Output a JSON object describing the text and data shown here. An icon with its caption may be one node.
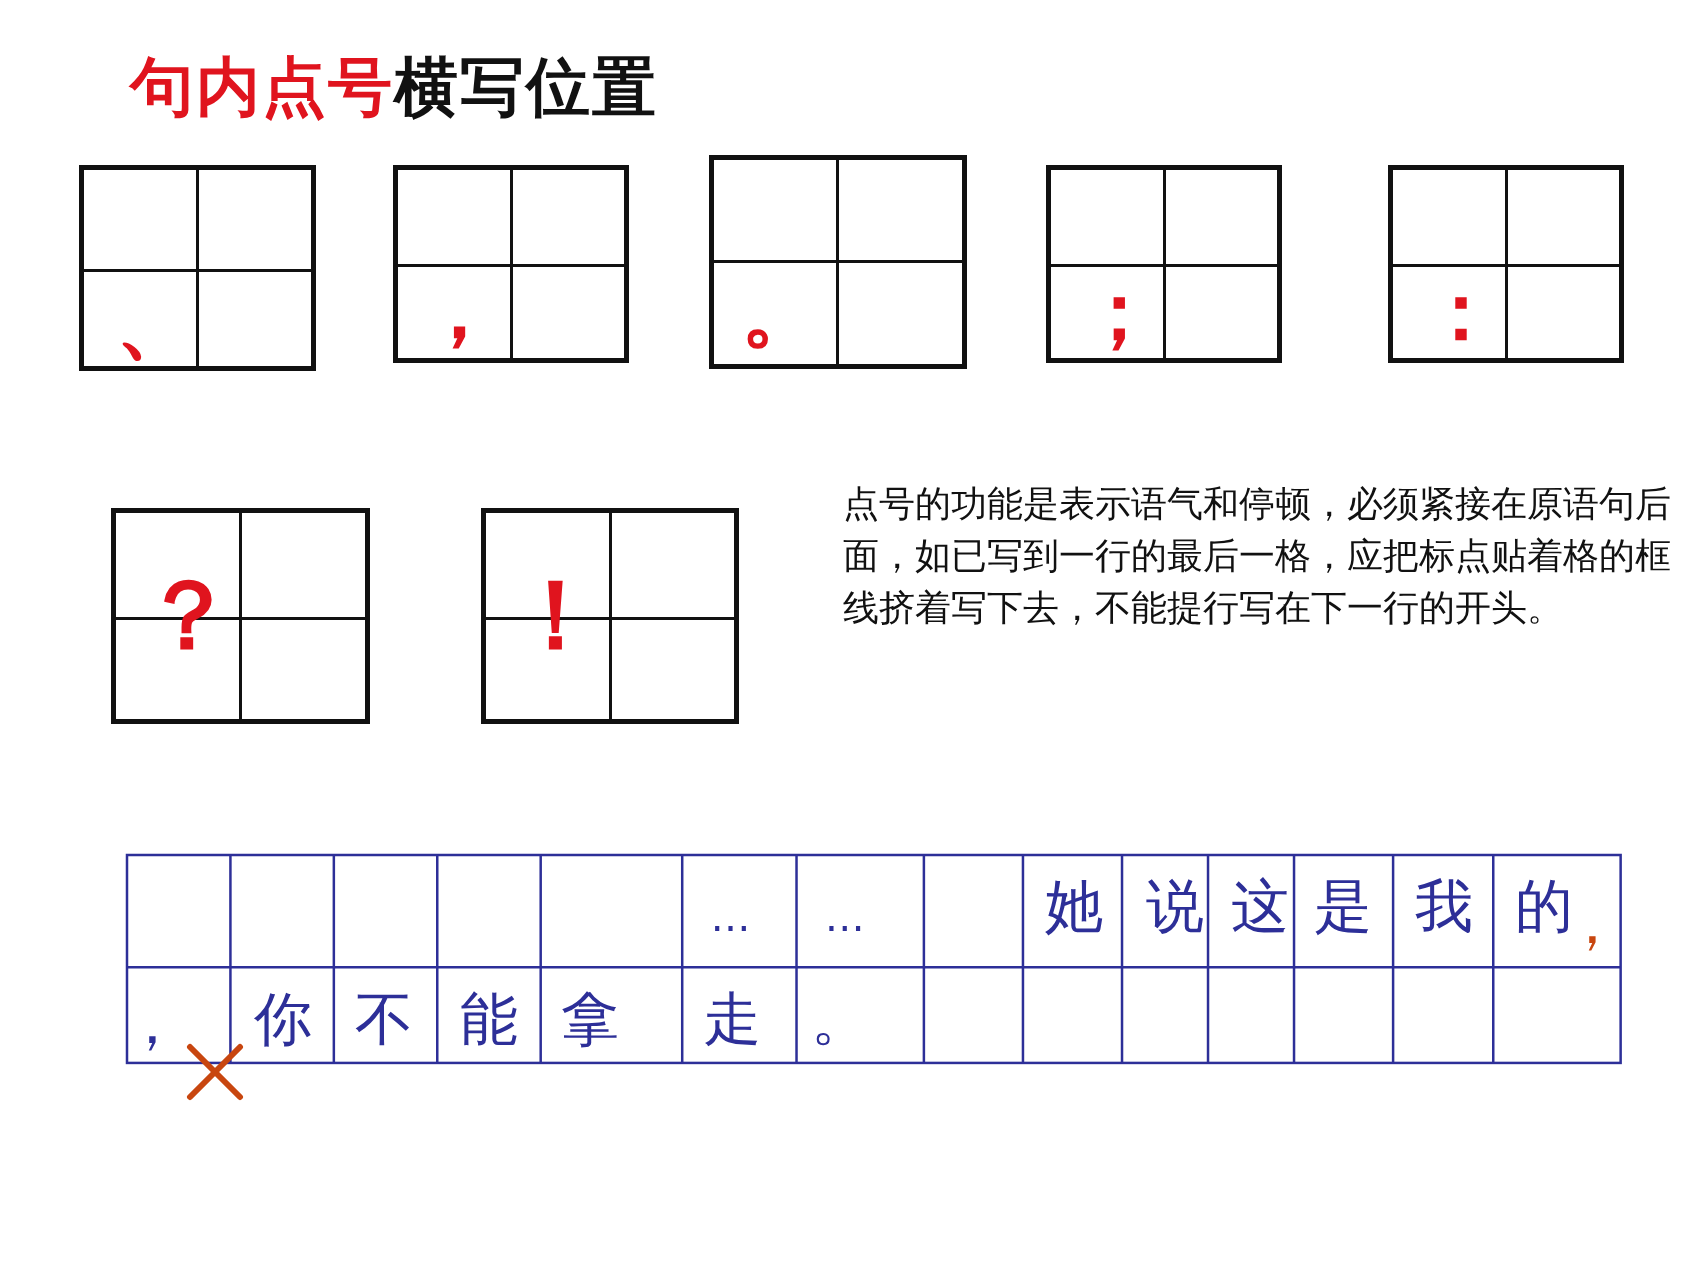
{
  "diagram": {
    "title": "句内点号横写位置",
    "nodes": [
      {
        "text": [
          "、"
        ]
      },
      {
        "text": [
          "，"
        ]
      },
      {
        "text": [
          "。"
        ]
      },
      {
        "text": [
          "；"
        ]
      },
      {
        "text": [
          "："
        ]
      },
      {
        "text": [
          "？"
        ]
      },
      {
        "text": [
          "！"
        ]
      }
    ],
    "labels": [
      "点号的功能是表示语气和停顿，必须紧接在原语句后面，如已写到一行的最后一格，应把标点贴着格的框线挤着写下去，不能提行写在下一行的开头。",
      "…",
      "…",
      "她",
      "说",
      "这",
      "是",
      "我",
      "的",
      "，",
      "，",
      "你",
      "不",
      "能",
      "拿",
      "走",
      "。"
    ]
  }
}
